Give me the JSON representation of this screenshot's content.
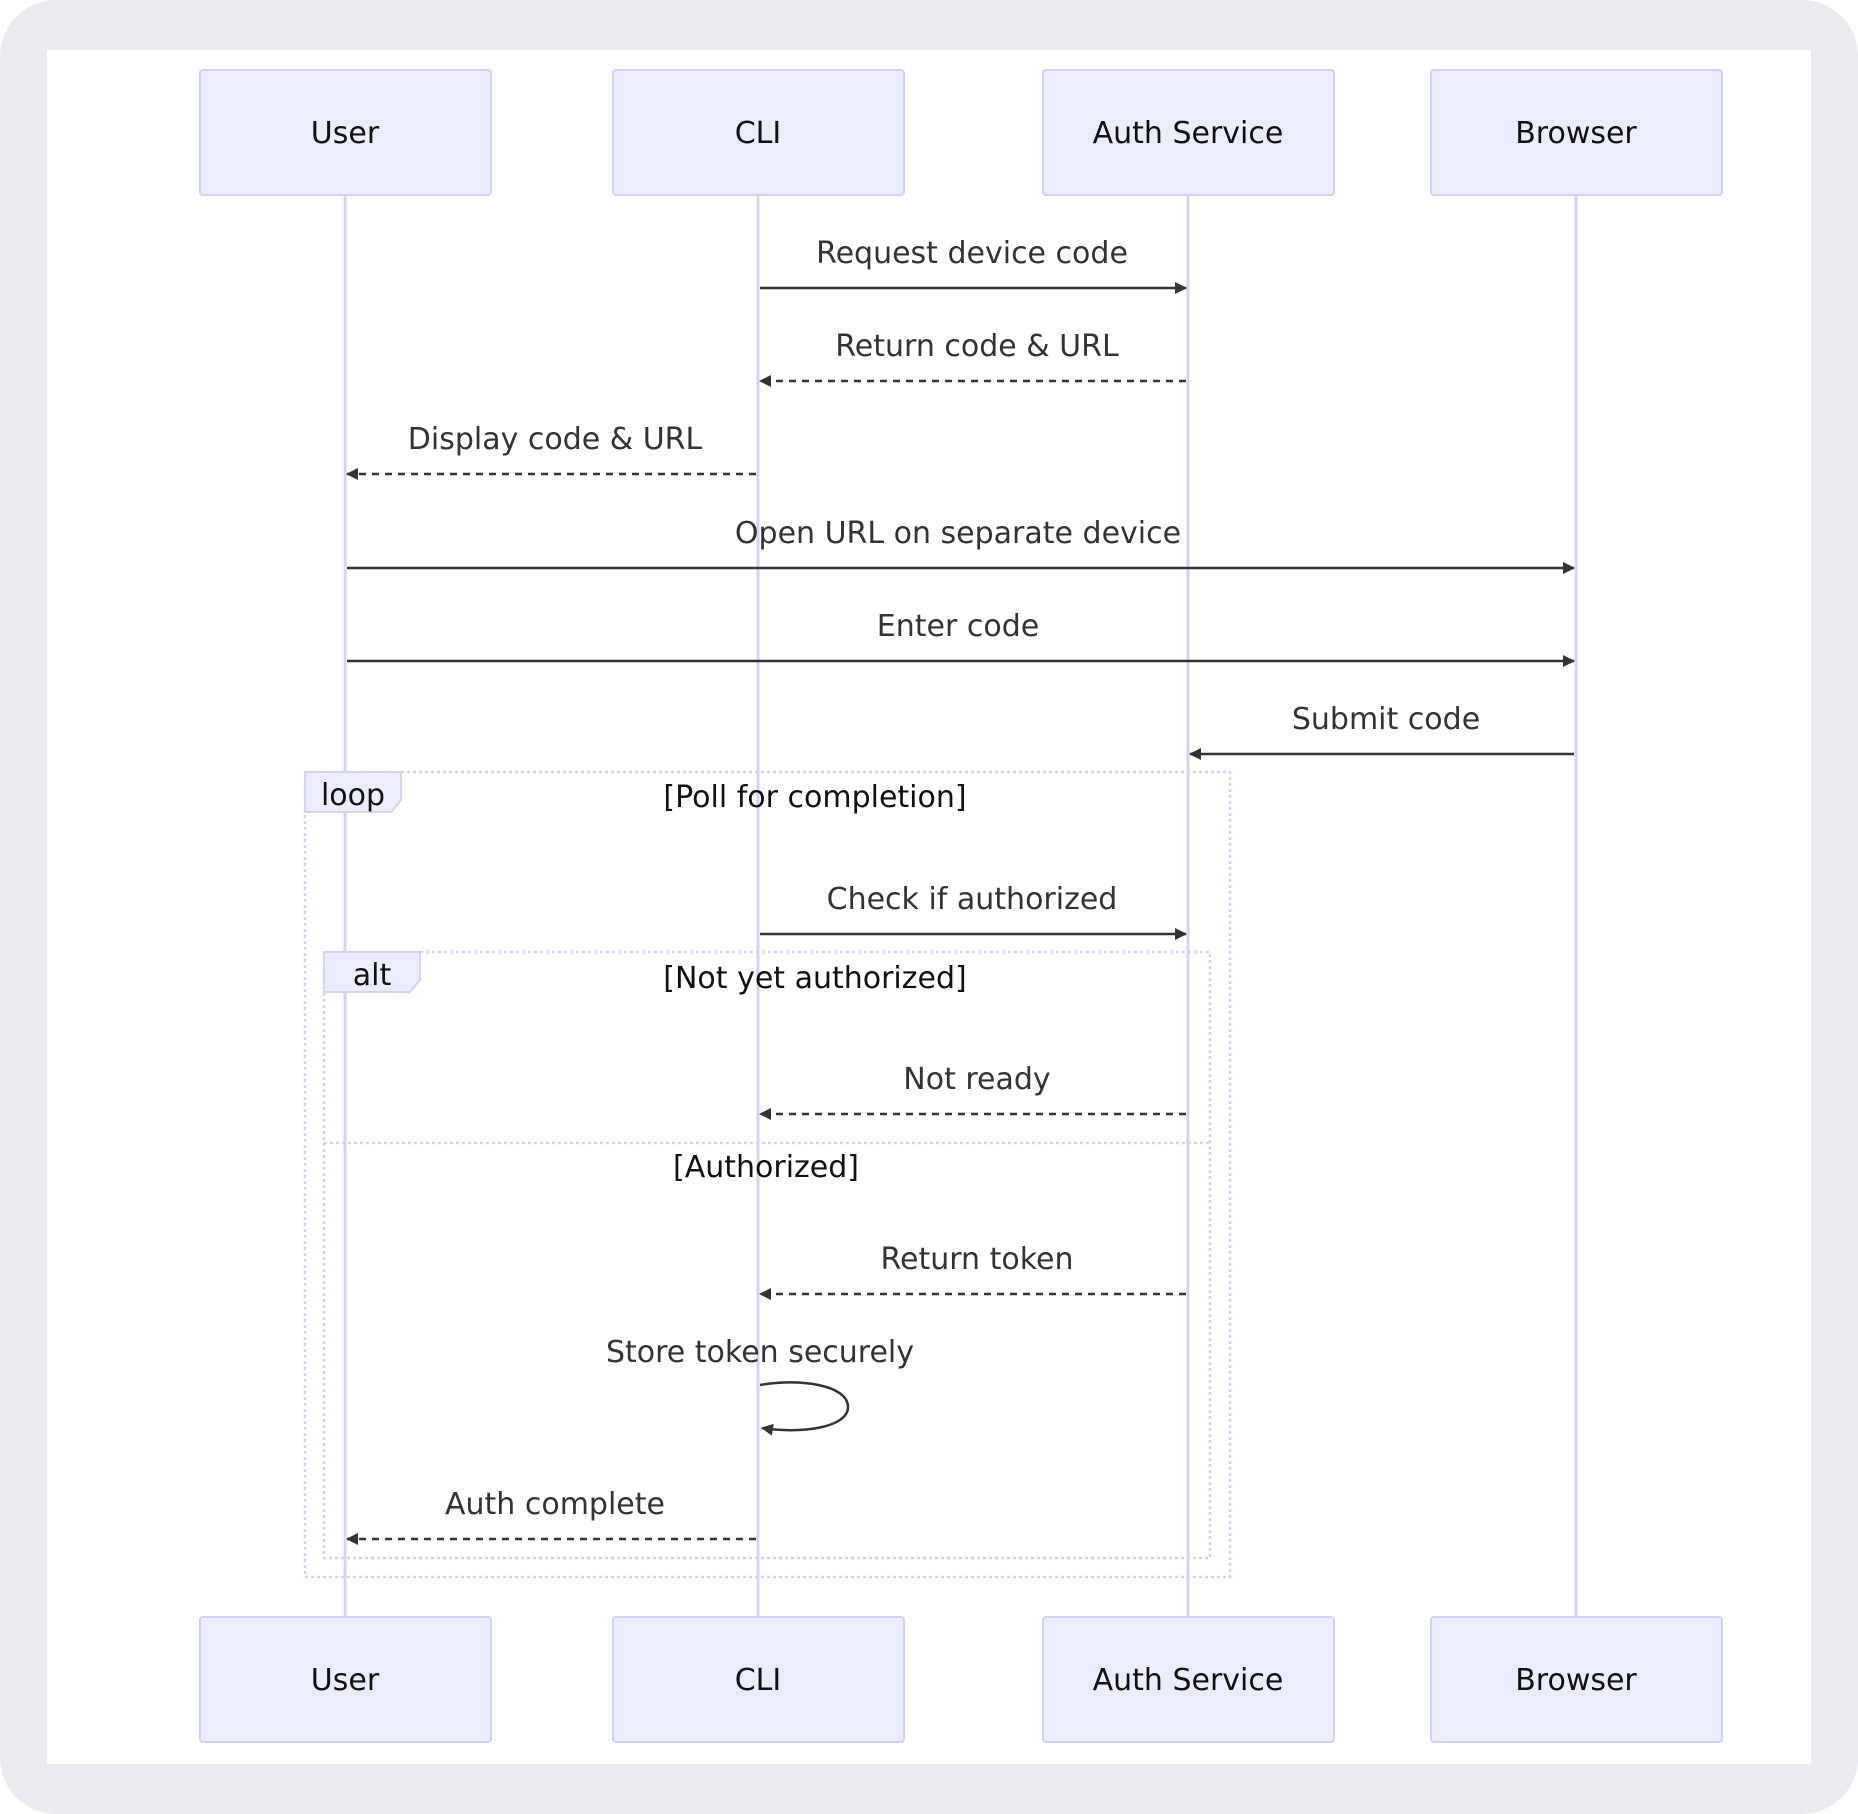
{
  "diagram": {
    "actors": [
      {
        "id": "user",
        "label": "User"
      },
      {
        "id": "cli",
        "label": "CLI"
      },
      {
        "id": "auth",
        "label": "Auth Service"
      },
      {
        "id": "browser",
        "label": "Browser"
      }
    ],
    "messages": [
      {
        "from": "cli",
        "to": "auth",
        "label": "Request device code",
        "style": "solid"
      },
      {
        "from": "auth",
        "to": "cli",
        "label": "Return code & URL",
        "style": "dashed"
      },
      {
        "from": "cli",
        "to": "user",
        "label": "Display code & URL",
        "style": "dashed"
      },
      {
        "from": "user",
        "to": "browser",
        "label": "Open URL on separate device",
        "style": "solid"
      },
      {
        "from": "user",
        "to": "browser",
        "label": "Enter code",
        "style": "solid"
      },
      {
        "from": "browser",
        "to": "auth",
        "label": "Submit code",
        "style": "solid"
      },
      {
        "from": "cli",
        "to": "auth",
        "label": "Check if authorized",
        "style": "solid"
      },
      {
        "from": "auth",
        "to": "cli",
        "label": "Not ready",
        "style": "dashed"
      },
      {
        "from": "auth",
        "to": "cli",
        "label": "Return token",
        "style": "dashed"
      },
      {
        "from": "cli",
        "to": "cli",
        "label": "Store token securely",
        "style": "solid"
      },
      {
        "from": "cli",
        "to": "user",
        "label": "Auth complete",
        "style": "dashed"
      }
    ],
    "fragments": {
      "loop": {
        "keyword": "loop",
        "condition": "[Poll for completion]"
      },
      "alt": {
        "keyword": "alt",
        "condition": "[Not yet authorized]",
        "else_condition": "[Authorized]"
      }
    },
    "colors": {
      "actor_fill": "#ececff",
      "actor_stroke": "#d3d1f3",
      "lifeline": "#d6d3f0",
      "message": "#333333"
    }
  }
}
